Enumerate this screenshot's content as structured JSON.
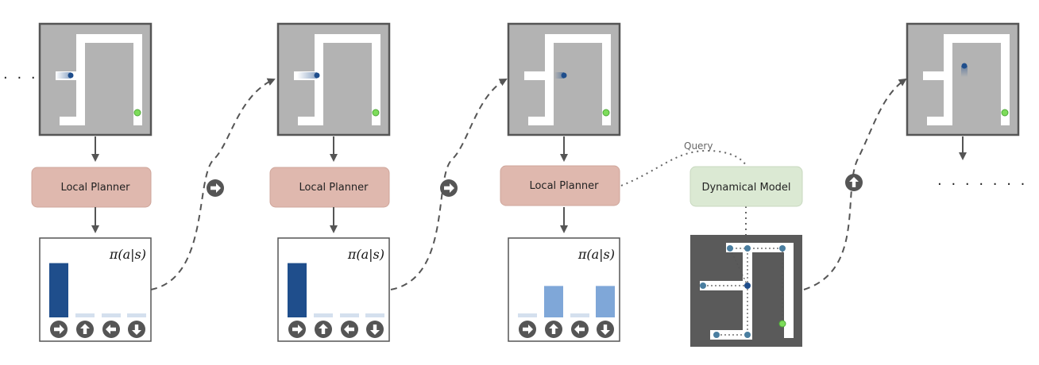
{
  "labels": {
    "planner": "Local Planner",
    "model": "Dynamical Model",
    "query": "Query",
    "policy": "π(a|s)",
    "ellipsis_left": "· · · · ·",
    "ellipsis_right": "· · · · · · ·"
  },
  "colors": {
    "maze_bg": "#b3b3b3",
    "maze_frame": "#555555",
    "corridor": "#ffffff",
    "agent": "#1f4e8c",
    "goal": "#7ddc5a",
    "planner_fill": "#dfb8ae",
    "model_fill": "#dbe9d3",
    "bar_dark": "#1f4e8c",
    "bar_light": "#7fa7d8",
    "bar_faint": "#d4e0ee",
    "icon_fill": "#555555",
    "model_maze_bg": "#5a5a5a",
    "path_node": "#4a7ea0",
    "path_node_dark": "#1f4e8c"
  },
  "steps": [
    {
      "agent": "left",
      "policy": [
        0.95,
        0.05,
        0.05,
        0.05
      ],
      "bar_style": "dark",
      "action_icon": "arrow-right"
    },
    {
      "agent": "middle",
      "policy": [
        0.95,
        0.05,
        0.05,
        0.05
      ],
      "bar_style": "dark",
      "action_icon": "arrow-right"
    },
    {
      "agent": "junction",
      "policy": [
        0.05,
        0.55,
        0.05,
        0.55
      ],
      "bar_style": "light",
      "action_icon": "arrow-up"
    },
    {
      "agent": "top"
    }
  ],
  "action_icons": [
    "arrow-right",
    "arrow-up",
    "arrow-left",
    "arrow-down"
  ]
}
